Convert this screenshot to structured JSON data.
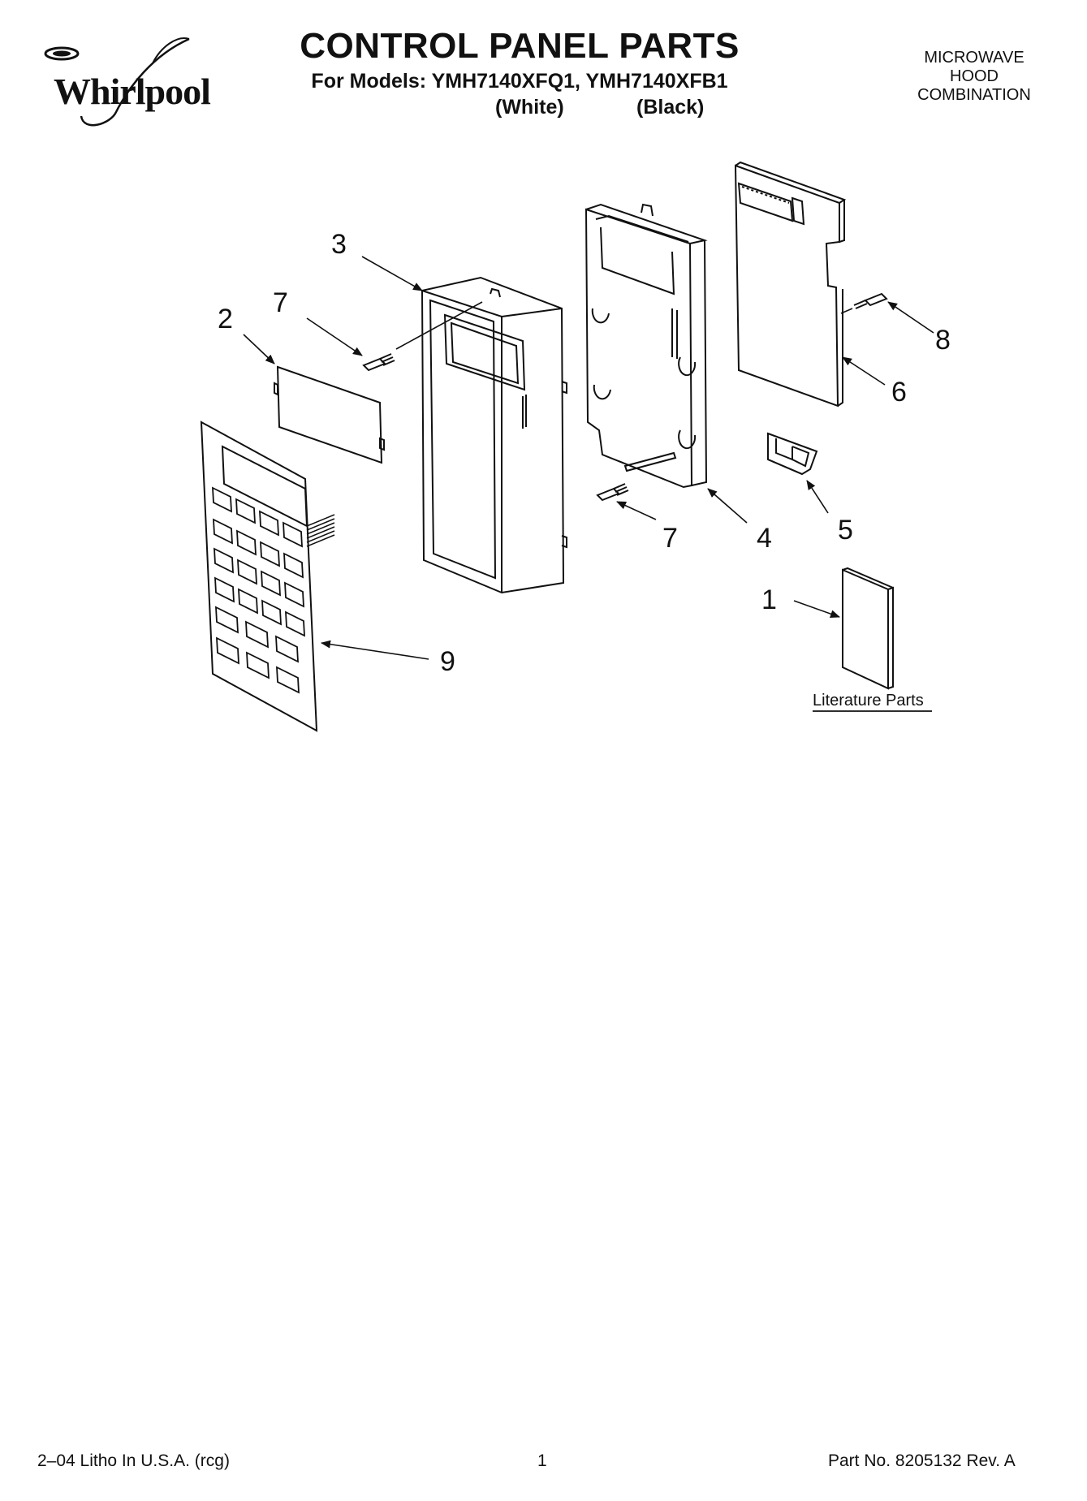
{
  "brand": {
    "name": "Whirlpool"
  },
  "header": {
    "title": "CONTROL PANEL PARTS",
    "models_line": "For Models: YMH7140XFQ1, YMH7140XFB1",
    "variants": [
      "(White)",
      "(Black)"
    ],
    "product_type": [
      "MICROWAVE",
      "HOOD",
      "COMBINATION"
    ]
  },
  "callouts": {
    "c1": "1",
    "c2": "2",
    "c3": "3",
    "c4": "4",
    "c5": "5",
    "c6": "6",
    "c7a": "7",
    "c7b": "7",
    "c8": "8",
    "c9": "9"
  },
  "literature_label": "Literature Parts",
  "footer": {
    "left": "2–04 Litho In U.S.A. (rcg)",
    "center": "1",
    "right": "Part No. 8205132 Rev. A"
  },
  "colors": {
    "ink": "#111111",
    "paper": "#ffffff"
  }
}
